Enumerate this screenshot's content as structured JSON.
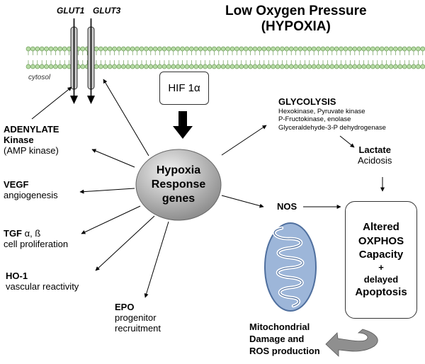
{
  "title": {
    "line1": "Low Oxygen Pressure",
    "line2": "(HYPOXIA)"
  },
  "transporters": {
    "glut1": "GLUT1",
    "glut3": "GLUT3"
  },
  "membrane": {
    "cytosol_label": "cytosol"
  },
  "hif": {
    "label": "HIF 1α"
  },
  "hub": {
    "line1": "Hypoxia",
    "line2": "Response",
    "line3": "genes"
  },
  "targets": {
    "adenylate": {
      "name": "ADENYLATE",
      "name2": "Kinase",
      "desc": "(AMP kinase)"
    },
    "vegf": {
      "name": "VEGF",
      "desc": "angiogenesis"
    },
    "tgf": {
      "name": "TGF",
      "suffix": " α, ß",
      "desc": "cell proliferation"
    },
    "ho1": {
      "name": "HO-1",
      "desc": "vascular reactivity"
    },
    "epo": {
      "name": "EPO",
      "desc1": "progenitor",
      "desc2": "recruitment"
    },
    "glycolysis": {
      "name": "GLYCOLYSIS",
      "enzymes": [
        "Hexokinase, Pyruvate kinase",
        "P-Fructokinase, enolase",
        "Glyceraldehyde-3-P dehydrogenase"
      ]
    },
    "nos": {
      "name": "NOS"
    }
  },
  "lactate": {
    "name": "Lactate",
    "desc": "Acidosis"
  },
  "oxphos_box": {
    "line1": "Altered",
    "line2": "OXPHOS",
    "line3": "Capacity",
    "plus": "+",
    "line4": "delayed",
    "line5": "Apoptosis"
  },
  "mito": {
    "line1": "Mitochondrial",
    "line2": "Damage and",
    "line3": "ROS production"
  },
  "colors": {
    "membrane_fill": "#b7dca5",
    "membrane_edge": "#6e9c5a",
    "ellipse_light": "#f2f2f2",
    "ellipse_dark": "#8c8c8c",
    "mito_fill": "#9db6d9",
    "mito_edge": "#4f6f9e",
    "curve_arrow": "#8f8f8f"
  }
}
